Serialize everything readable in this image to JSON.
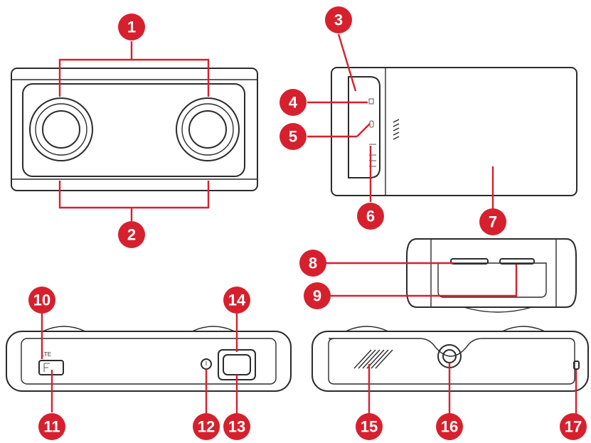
{
  "callouts": [
    {
      "id": "1",
      "label": "1"
    },
    {
      "id": "2",
      "label": "2"
    },
    {
      "id": "3",
      "label": "3"
    },
    {
      "id": "4",
      "label": "4"
    },
    {
      "id": "5",
      "label": "5"
    },
    {
      "id": "6",
      "label": "6"
    },
    {
      "id": "7",
      "label": "7"
    },
    {
      "id": "8",
      "label": "8"
    },
    {
      "id": "9",
      "label": "9"
    },
    {
      "id": "10",
      "label": "10"
    },
    {
      "id": "11",
      "label": "11"
    },
    {
      "id": "12",
      "label": "12"
    },
    {
      "id": "13",
      "label": "13"
    },
    {
      "id": "14",
      "label": "14"
    },
    {
      "id": "15",
      "label": "15"
    },
    {
      "id": "16",
      "label": "16"
    },
    {
      "id": "17",
      "label": "17"
    }
  ],
  "device_markings": {
    "lte_label": "LTE"
  },
  "colors": {
    "accent": "#d6202e",
    "outline": "#2b2b2b",
    "background": "#ffffff"
  }
}
